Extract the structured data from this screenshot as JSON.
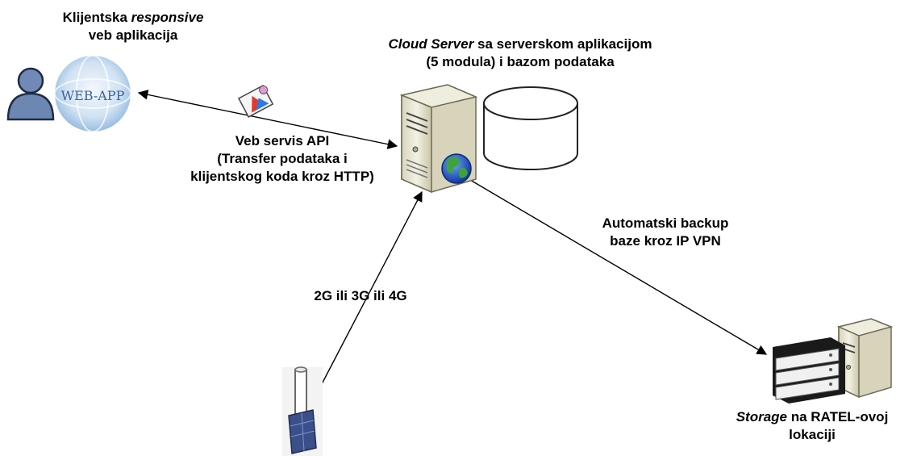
{
  "client": {
    "title_line1_plain": "Klijentska ",
    "title_line1_italic": "responsive",
    "title_line2": "veb aplikacija",
    "globe_text": "WEB-APP"
  },
  "cloud": {
    "title_italic": "Cloud Server",
    "title_rest": " sa serverskom aplikacijom",
    "title_line2": "(5 modula) i bazom podataka"
  },
  "api_link": {
    "line1": "Veb servis API",
    "line2": "(Transfer podataka i",
    "line3": "klijentskog koda kroz HTTP)"
  },
  "backup_link": {
    "line1": "Automatski backup",
    "line2": "baze kroz IP VPN"
  },
  "mobile_link": {
    "label": "2G ili 3G ili 4G"
  },
  "storage": {
    "title_italic": "Storage",
    "title_rest": " na RATEL-ovoj",
    "title_line2": "lokaciji"
  },
  "colors": {
    "line": "#000000",
    "globe": "#b8d4ee",
    "user": "#6d87b3",
    "server_body": "#e9e7d4",
    "cylinder": "#ffffff",
    "earth_blue": "#1f56c9",
    "earth_green": "#3ea33a"
  }
}
